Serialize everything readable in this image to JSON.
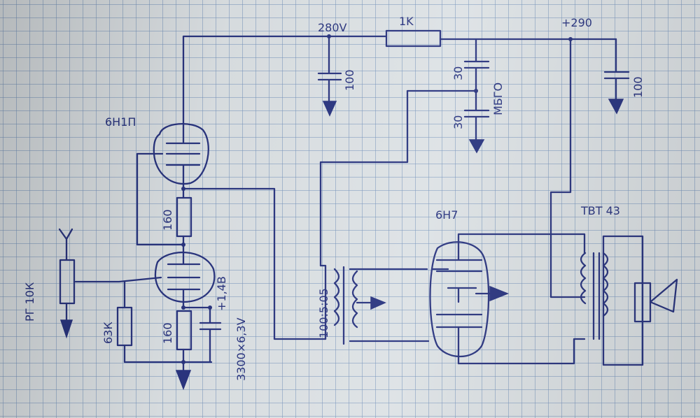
{
  "labels": {
    "v280": "280V",
    "r1k": "1K",
    "v290": "+290",
    "c100a": "100",
    "c30top": "30",
    "c30bot": "30",
    "mbgo": "МБГО",
    "c100b": "100",
    "tube1": "6Н1П",
    "r160top": "160",
    "rg10k": "РГ 10К",
    "r63k": "63К",
    "r160bot": "160",
    "v14": "+1,4В",
    "c3300": "3300×6,3V",
    "trans": "100:5:05",
    "tube2": "6Н7",
    "tvt": "ТВТ 43"
  }
}
